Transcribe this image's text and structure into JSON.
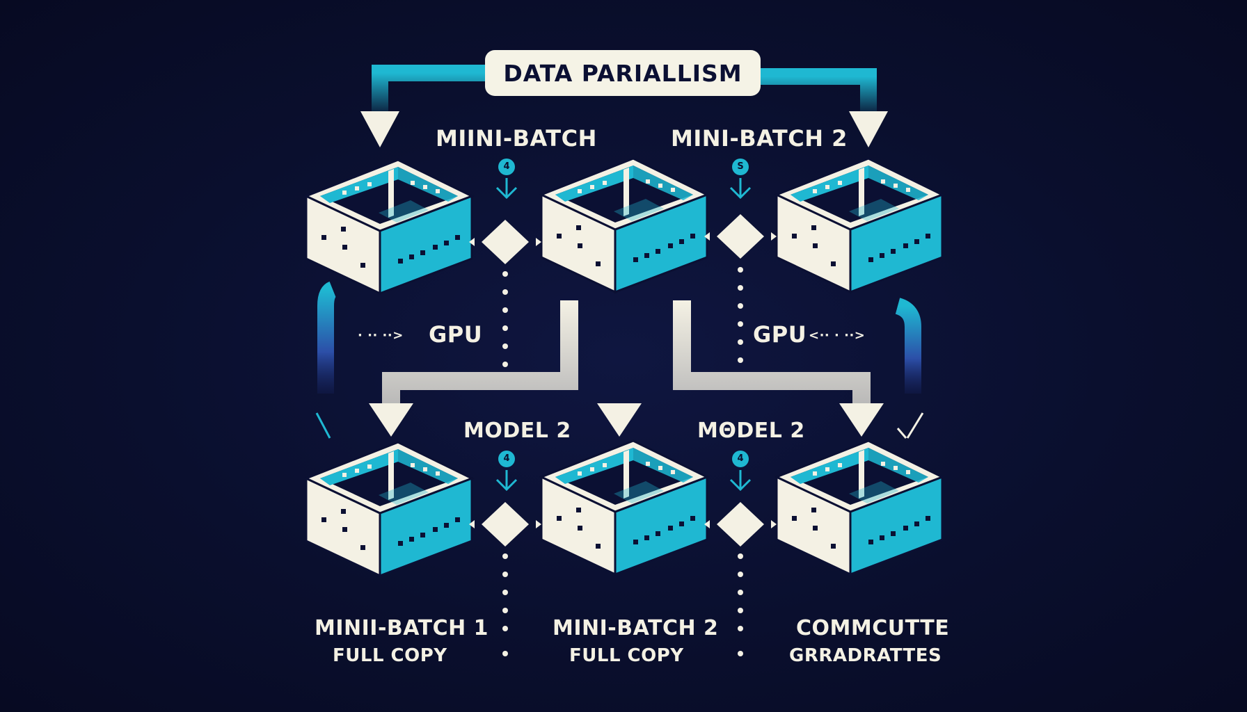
{
  "title": "DATA PARIALLISM",
  "labels": {
    "mini_batch_top_left": "MIINI-BATCH",
    "mini_batch_top_right": "MINI-BATCH 2",
    "gpu_left": "GPU",
    "gpu_left_dots": "· ··  ··>",
    "gpu_right": "GPU",
    "gpu_right_dots": "<··  ·  ··>",
    "model_left": "MODEL 2",
    "model_right": "MΘDEL 2",
    "bottom_left_line1": "MINII-BATCH 1",
    "bottom_left_line2": "FULL COPY",
    "bottom_mid_line1": "MINI-BATCH 2",
    "bottom_mid_line2": "FULL COPY",
    "bottom_right_line1": "COMMCUTTE",
    "bottom_right_line2": "GRRADRATTES"
  },
  "badges": {
    "top_left": "4",
    "top_right": "S",
    "bottom_left": "4",
    "bottom_right": "4"
  },
  "colors": {
    "background": "#0a0f2e",
    "accent": "#1fb8d2",
    "cream": "#f4f1e4",
    "ink": "#0b1033"
  }
}
